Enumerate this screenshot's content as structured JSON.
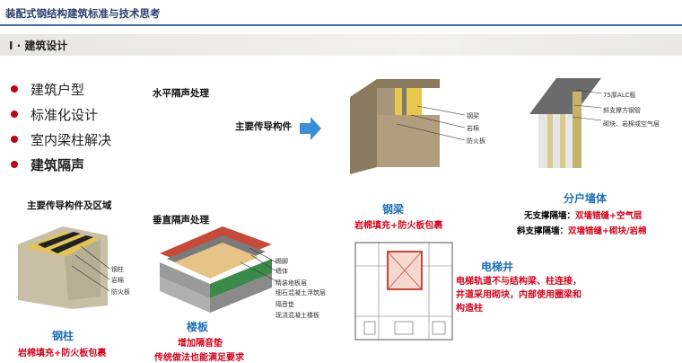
{
  "header": {
    "title": "装配式钢结构建筑标准与技术思考"
  },
  "section": {
    "title": "Ⅰ · 建筑设计"
  },
  "bullets": [
    {
      "label": "建筑户型"
    },
    {
      "label": "标准化设计"
    },
    {
      "label": "室内梁柱解决"
    },
    {
      "label": "建筑隔声"
    }
  ],
  "labels": {
    "horizontal": "水平隔声处理",
    "main_conduct": "主要传导构件",
    "main_conduct_area": "主要传导构件及区域",
    "vertical": "垂直隔声处理"
  },
  "beam_fig": {
    "callouts": [
      "钢梁",
      "岩棉",
      "防火板"
    ],
    "title": "钢梁",
    "caption": "岩棉填充+防火板包裹"
  },
  "wall_fig": {
    "callouts": [
      "75厚ALC板",
      "斜支撑方钢管",
      "砌块、岩棉或空气层"
    ],
    "title": "分户墙体",
    "line1_label": "无支撑隔墙：",
    "line1_value": "双墙错缝+空气层",
    "line2_label": "斜支撑隔墙：",
    "line2_value": "双墙错缝+砌块/岩棉"
  },
  "column_fig": {
    "callouts": [
      "钢柱",
      "岩棉",
      "防火板"
    ],
    "title": "钢柱",
    "caption": "岩棉填充+防火板包裹"
  },
  "floor_fig": {
    "callouts": [
      "踢脚",
      "墙体",
      "精装地板层",
      "细石混凝土浮筑层",
      "隔音垫",
      "现浇混凝土楼板"
    ],
    "title": "楼板",
    "caption1": "增加隔音垫",
    "caption2": "传统做法也能满足要求"
  },
  "elevator_fig": {
    "title": "电梯井",
    "text": "电梯轨道不与结构梁、柱连接，井道采用砌块，内部使用圈梁和构造柱"
  },
  "colors": {
    "accent_red": "#d0021b",
    "accent_blue": "#1f6fb5",
    "arrow_blue": "#3a8fd6",
    "bullet_red": "#c0001a"
  }
}
